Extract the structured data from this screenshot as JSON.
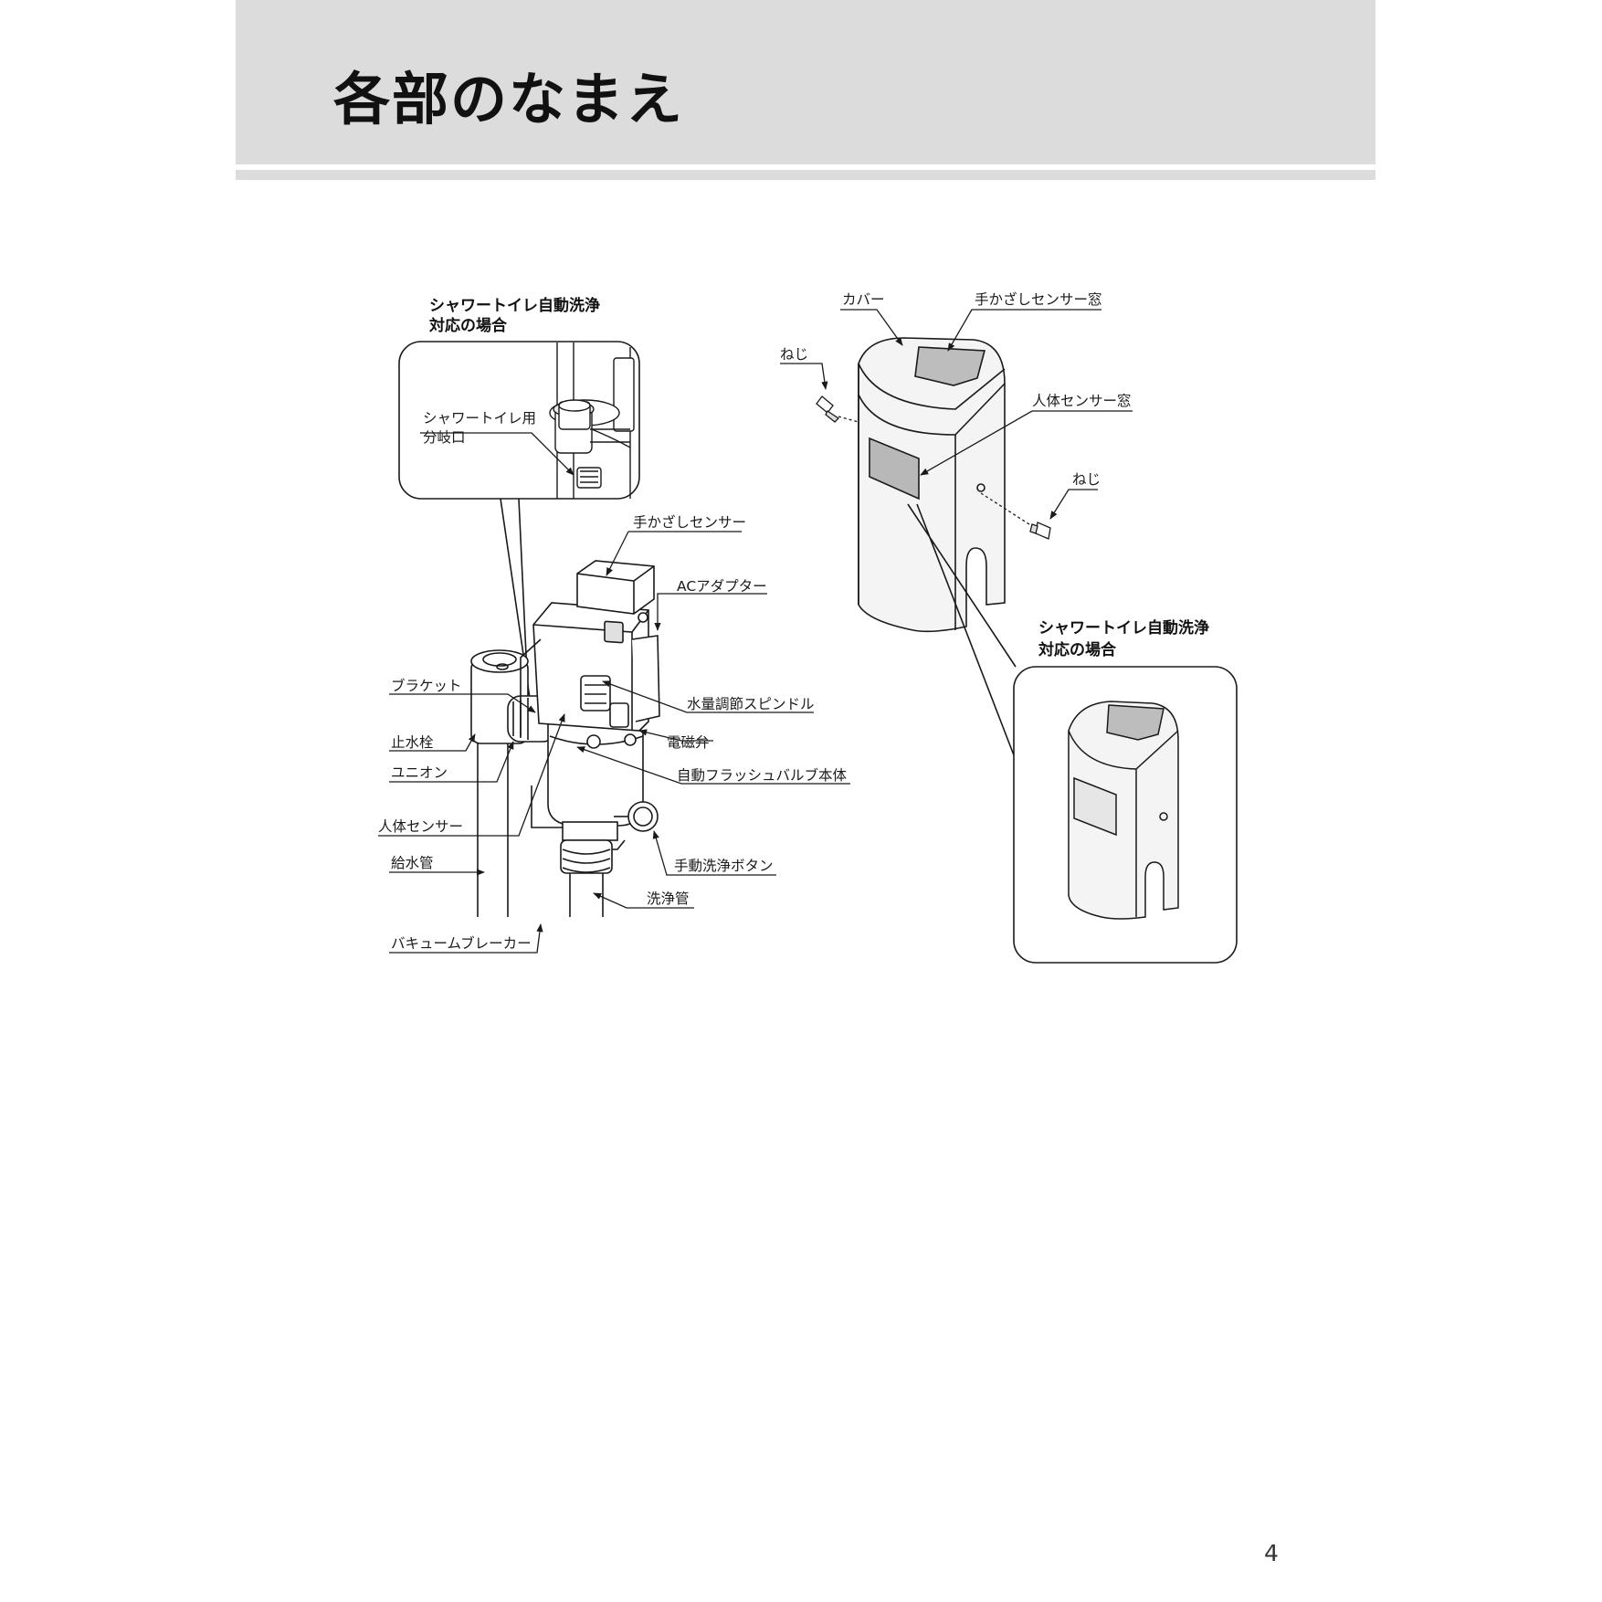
{
  "page": {
    "title": "各部のなまえ",
    "number": "4"
  },
  "left": {
    "inset_heading_line1": "シャワートイレ自動洗浄",
    "inset_heading_line2": "対応の場合",
    "inset_label_line1": "シャワートイレ用",
    "inset_label_line2": "分岐口",
    "labels": {
      "hand_sensor": "手かざしセンサー",
      "ac_adapter": "ACアダプター",
      "bracket": "ブラケット",
      "flow_spindle": "水量調節スピンドル",
      "stop_valve": "止水栓",
      "solenoid_valve": "電磁弁",
      "union": "ユニオン",
      "valve_body": "自動フラッシュバルブ本体",
      "body_sensor": "人体センサー",
      "manual_button": "手動洗浄ボタン",
      "supply_pipe": "給水管",
      "flush_pipe": "洗浄管",
      "vacuum_breaker": "バキュームブレーカー"
    }
  },
  "right": {
    "labels": {
      "cover": "カバー",
      "hand_window": "手かざしセンサー窓",
      "screw_top": "ねじ",
      "body_window": "人体センサー窓",
      "screw_side": "ねじ"
    },
    "inset_heading_line1": "シャワートイレ自動洗浄",
    "inset_heading_line2": "対応の場合"
  }
}
